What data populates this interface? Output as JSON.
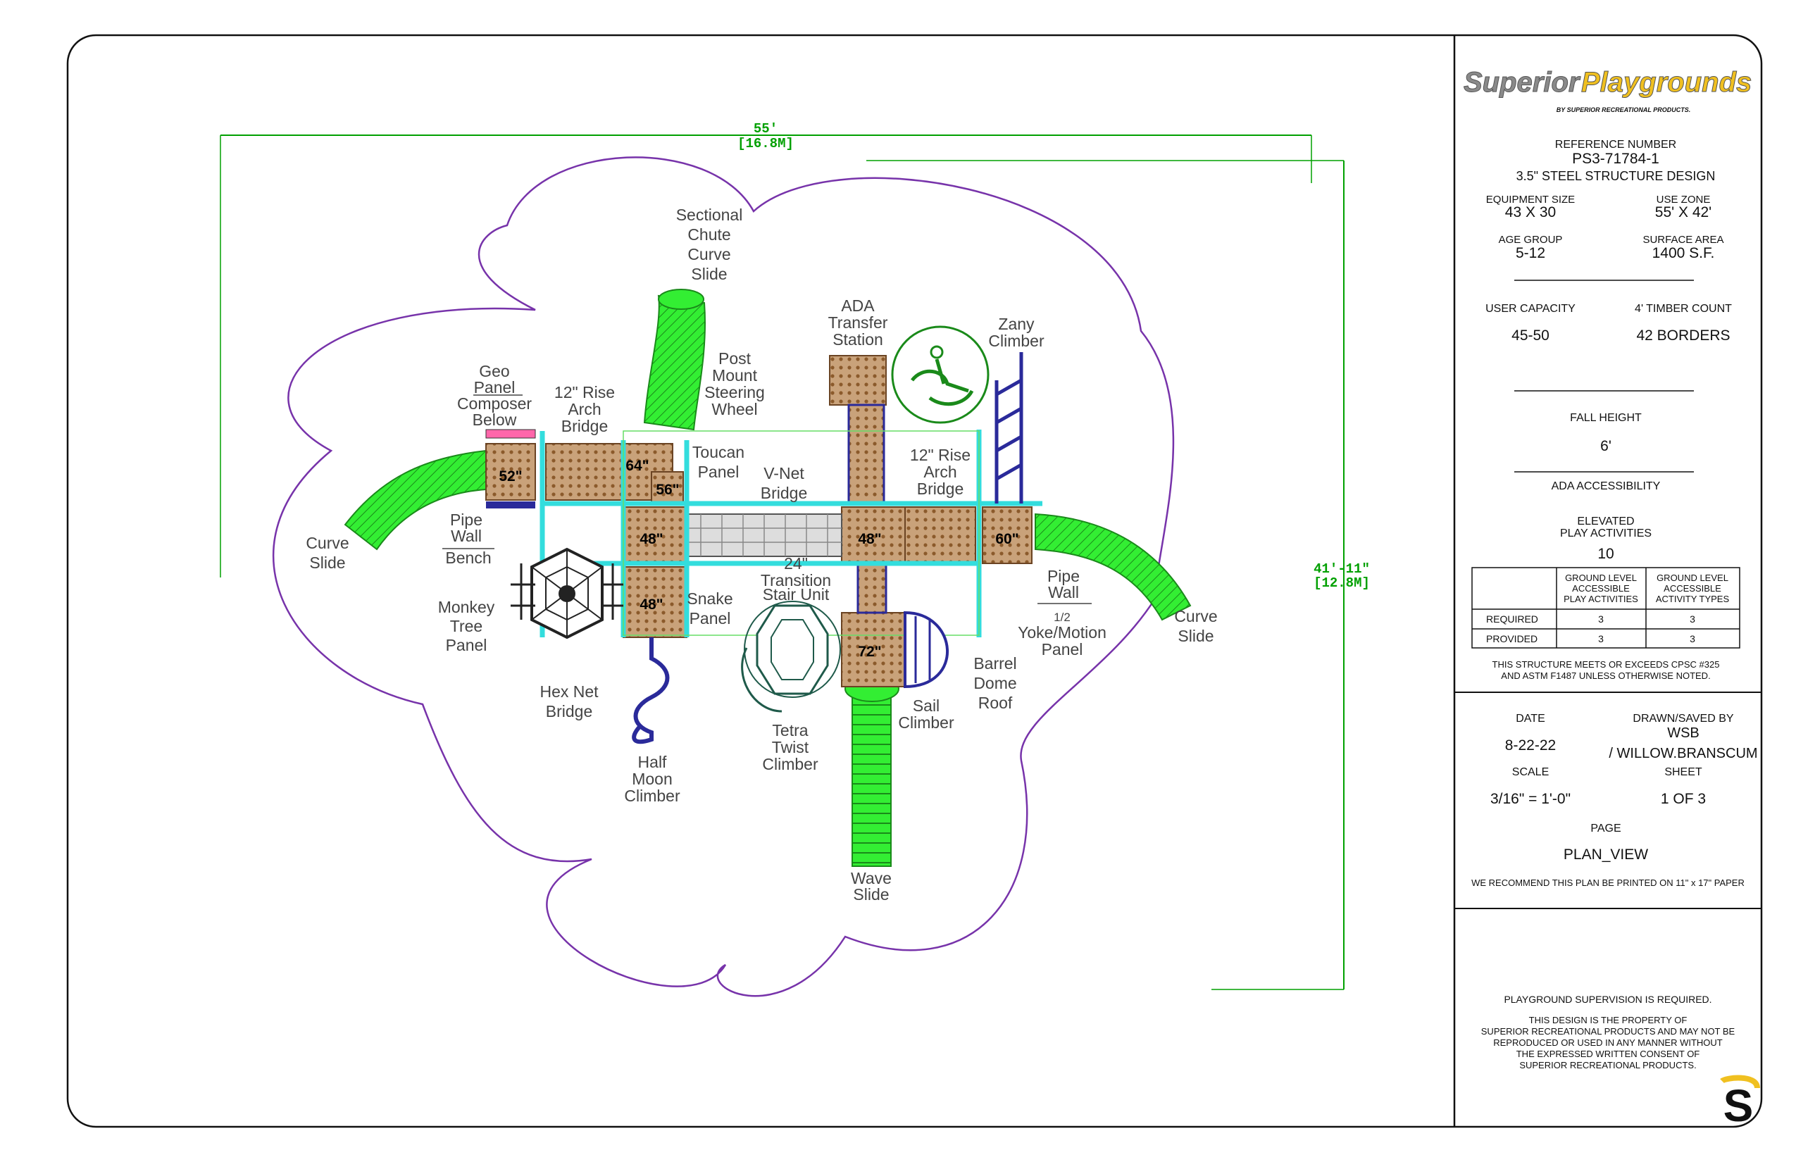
{
  "labels": {
    "sectional_chute": [
      "Sectional",
      "Chute",
      "Curve",
      "Slide"
    ],
    "geo_panel": [
      "Geo",
      "Panel",
      "Composer",
      "Below"
    ],
    "arch_bridge_left": [
      "12\" Rise",
      "Arch",
      "Bridge"
    ],
    "post_mount": [
      "Post",
      "Mount",
      "Steering",
      "Wheel"
    ],
    "ada_transfer": [
      "ADA",
      "Transfer",
      "Station"
    ],
    "zany_climber": [
      "Zany",
      "Climber"
    ],
    "toucan_panel": [
      "Toucan",
      "Panel"
    ],
    "vnet_bridge": [
      "V-Net",
      "Bridge"
    ],
    "arch_bridge_right": [
      "12\" Rise",
      "Arch",
      "Bridge"
    ],
    "curve_slide_left": [
      "Curve",
      "Slide"
    ],
    "pipe_wall_left": [
      "Pipe",
      "Wall"
    ],
    "bench": "Bench",
    "transition": [
      "24\"",
      "Transition",
      "Stair Unit"
    ],
    "pipe_wall_right": [
      "Pipe",
      "Wall"
    ],
    "monkey_tree": [
      "Monkey",
      "Tree",
      "Panel"
    ],
    "snake_panel": [
      "Snake",
      "Panel"
    ],
    "curve_slide_right": [
      "Curve",
      "Slide"
    ],
    "yoke": [
      "1/2",
      "Yoke/Motion",
      "Panel"
    ],
    "barrel": [
      "Barrel",
      "Dome",
      "Roof"
    ],
    "hex_net": [
      "Hex Net",
      "Bridge"
    ],
    "sail_climber": [
      "Sail",
      "Climber"
    ],
    "tetra": [
      "Tetra",
      "Twist",
      "Climber"
    ],
    "half_moon": [
      "Half",
      "Moon",
      "Climber"
    ],
    "wave_slide": [
      "Wave",
      "Slide"
    ]
  },
  "heights": {
    "h52": "52\"",
    "h64": "64\"",
    "h56": "56\"",
    "h48a": "48\"",
    "h48b": "48\"",
    "h60": "60\"",
    "h48c": "48\"",
    "h72": "72\""
  },
  "dimensions": {
    "width": "55'",
    "width_metric": "[16.8M]",
    "depth": "41'-11\"",
    "depth_metric": "[12.8M]"
  },
  "title_block": {
    "brand_superior": "Superior",
    "brand_playgrounds": "Playgrounds",
    "brand_tagline": "BY SUPERIOR RECREATIONAL PRODUCTS.",
    "reference_label": "REFERENCE NUMBER",
    "reference_number": "PS3-71784-1",
    "structure": "3.5\"  STEEL STRUCTURE DESIGN",
    "equipment_size_label": "EQUIPMENT SIZE",
    "equipment_size": "43 X 30",
    "use_zone_label": "USE ZONE",
    "use_zone": "55' X 42'",
    "age_group_label": "AGE GROUP",
    "age_group": "5-12",
    "surface_area_label": "SURFACE AREA",
    "surface_area": "1400 S.F.",
    "user_capacity_label": "USER CAPACITY",
    "user_capacity": "45-50",
    "timber_label": "4' TIMBER COUNT",
    "timber_count": "42 BORDERS",
    "fall_height_label": "FALL HEIGHT",
    "fall_height": "6'",
    "ada_label": "ADA ACCESSIBILITY",
    "elevated_label_1": "ELEVATED",
    "elevated_label_2": "PLAY ACTIVITIES",
    "elevated_value": "10",
    "table_col1": [
      "GROUND LEVEL",
      "ACCESSIBLE",
      "PLAY ACTIVITIES"
    ],
    "table_col2": [
      "GROUND LEVEL",
      "ACCESSIBLE",
      "ACTIVITY TYPES"
    ],
    "rows": [
      {
        "label": "REQUIRED",
        "a": "3",
        "b": "3"
      },
      {
        "label": "PROVIDED",
        "a": "3",
        "b": "3"
      }
    ],
    "cpsc_1": "THIS STRUCTURE MEETS OR EXCEEDS CPSC #325",
    "cpsc_2": "AND ASTM F1487 UNLESS OTHERWISE NOTED.",
    "date_label": "DATE",
    "date": "8-22-22",
    "drawn_label": "DRAWN/SAVED BY",
    "drawn_1": "WSB",
    "drawn_2": "/ WILLOW.BRANSCUM",
    "scale_label": "SCALE",
    "scale": "3/16\" = 1'-0\"",
    "sheet_label": "SHEET",
    "sheet": "1  OF  3",
    "page_label": "PAGE",
    "page": "PLAN_VIEW",
    "print_note": "WE RECOMMEND THIS PLAN BE PRINTED ON 11\" x 17\" PAPER",
    "supervision": "PLAYGROUND SUPERVISION IS REQUIRED.",
    "property": [
      "THIS DESIGN IS THE PROPERTY OF",
      "SUPERIOR RECREATIONAL PRODUCTS AND MAY NOT BE",
      "REPRODUCED OR USED IN ANY MANNER WITHOUT",
      "THE EXPRESSED WRITTEN CONSENT OF",
      "SUPERIOR RECREATIONAL PRODUCTS."
    ],
    "logo_letter": "S"
  },
  "colors": {
    "slide_green": "#33ee33",
    "deck_brown": "#c9a27a",
    "frame_cyan": "#33dddd",
    "purple": "#7733aa",
    "navy": "#2a2a9a",
    "brand_yellow": "#f0c020",
    "brand_gray": "#8a8a8a"
  }
}
